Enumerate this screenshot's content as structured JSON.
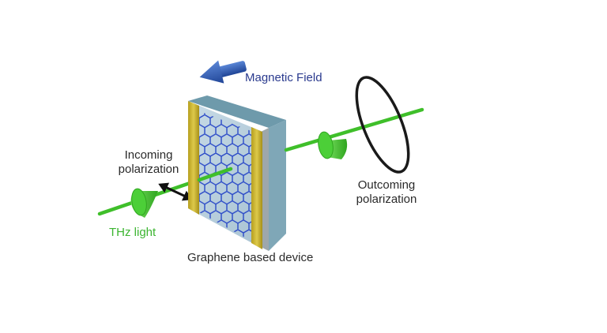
{
  "labels": {
    "magnetic_field": "Magnetic Field",
    "incoming_line1": "Incoming",
    "incoming_line2": "polarization",
    "outcoming_line1": "Outcoming",
    "outcoming_line2": "polarization",
    "thz_light": "THz light",
    "device": "Graphene based device"
  },
  "colors": {
    "beam": "#3fbf2a",
    "beam_cone": "#4ccf38",
    "magnetic_arrow": "#2d5bb5",
    "magnetic_text": "#2a3a8e",
    "thz_text": "#3cb531",
    "device_face": "#b9cfdd",
    "device_side": "#7fa7b7",
    "device_top": "#6e9aab",
    "electrode": "#c9b42d",
    "graphene_lattice": "#2a49c8",
    "polarization_ring": "#1a1a1a",
    "label_text": "#2a2a2a"
  },
  "icons": {
    "magnetic_field": "arrow-left-icon",
    "incoming_polarization": "double-arrow-icon",
    "outcoming_polarization": "ellipse-ring-icon"
  }
}
